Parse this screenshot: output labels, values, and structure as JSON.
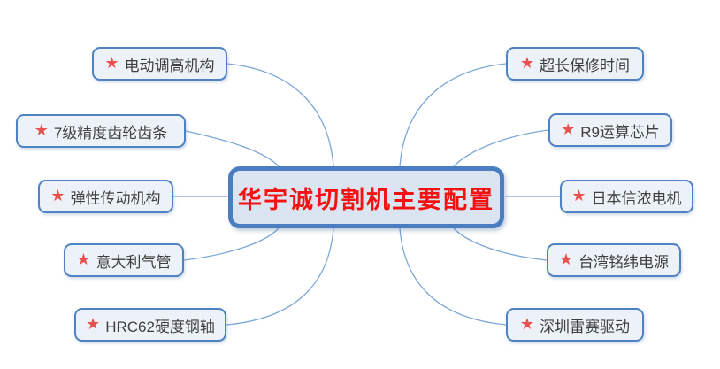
{
  "diagram": {
    "center": {
      "label": "华宇诚切割机主要配置"
    },
    "star_icon": "★",
    "left_nodes": [
      {
        "label": "电动调高机构"
      },
      {
        "label": "7级精度齿轮齿条"
      },
      {
        "label": "弹性传动机构"
      },
      {
        "label": "意大利气管"
      },
      {
        "label": "HRC62硬度钢轴"
      }
    ],
    "right_nodes": [
      {
        "label": "超长保修时间"
      },
      {
        "label": "R9运算芯片"
      },
      {
        "label": "日本信浓电机"
      },
      {
        "label": "台湾铭纬电源"
      },
      {
        "label": "深圳雷赛驱动"
      }
    ],
    "colors": {
      "center_fill": "#dbe5f1",
      "center_border": "#4a7ec0",
      "center_text": "#f31212",
      "node_fill": "#edf2f9",
      "node_border": "#4f82c2",
      "node_text": "#3f3f3f",
      "star": "#e8514e",
      "connector_line": "#7ba7d7",
      "background": "#ffffff"
    }
  }
}
